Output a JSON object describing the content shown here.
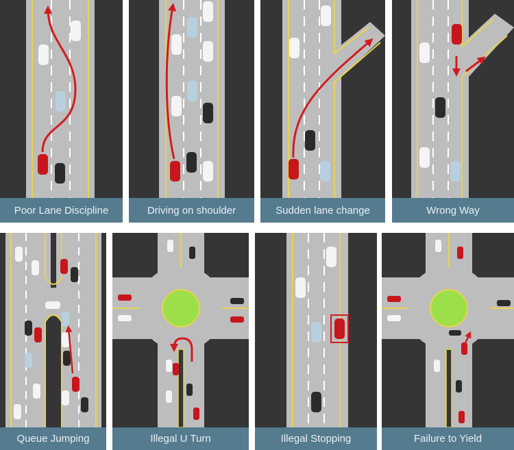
{
  "panels": [
    {
      "label": "Poor Lane Discipline"
    },
    {
      "label": "Driving on shoulder"
    },
    {
      "label": "Sudden lane change"
    },
    {
      "label": "Wrong Way"
    },
    {
      "label": "Queue Jumping"
    },
    {
      "label": "Illegal U Turn"
    },
    {
      "label": "Illegal Stopping"
    },
    {
      "label": "Failure to Yield"
    }
  ],
  "colors": {
    "road": "#bdbdbd",
    "ground": "#353535",
    "yellow_line": "#e8d44d",
    "label_bg": "#557b8f",
    "red_car": "#c8161d",
    "roundabout": "#9be04a"
  }
}
